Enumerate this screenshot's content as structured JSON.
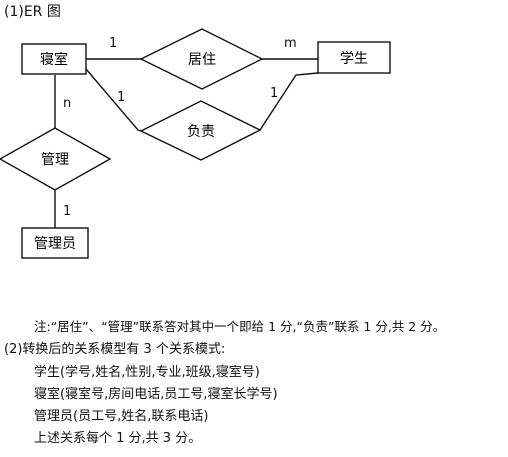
{
  "heading": "(1)ER 图",
  "entities": {
    "dorm": "寝室",
    "student": "学生",
    "admin": "管理员"
  },
  "relationships": {
    "reside": "居住",
    "responsible": "负责",
    "manage": "管理"
  },
  "cardinalities": {
    "dorm_reside": "1",
    "reside_student": "m",
    "dorm_responsible": "1",
    "responsible_student": "1",
    "dorm_manage": "n",
    "manage_admin": "1"
  },
  "notes": {
    "note1": "注:“居住”、“管理”联系答对其中一个即给 1 分,“负责”联系 1 分,共 2 分。",
    "section2": "(2)转换后的关系模型有 3 个关系模式:",
    "rel_student": "学生(学号,姓名,性别,专业,班级,寝室号)",
    "rel_dorm": "寝室(寝室号,房间电话,员工号,寝室长学号)",
    "rel_admin": "管理员(员工号,姓名,联系电话)",
    "score": "上述关系每个 1 分,共 3 分。"
  }
}
